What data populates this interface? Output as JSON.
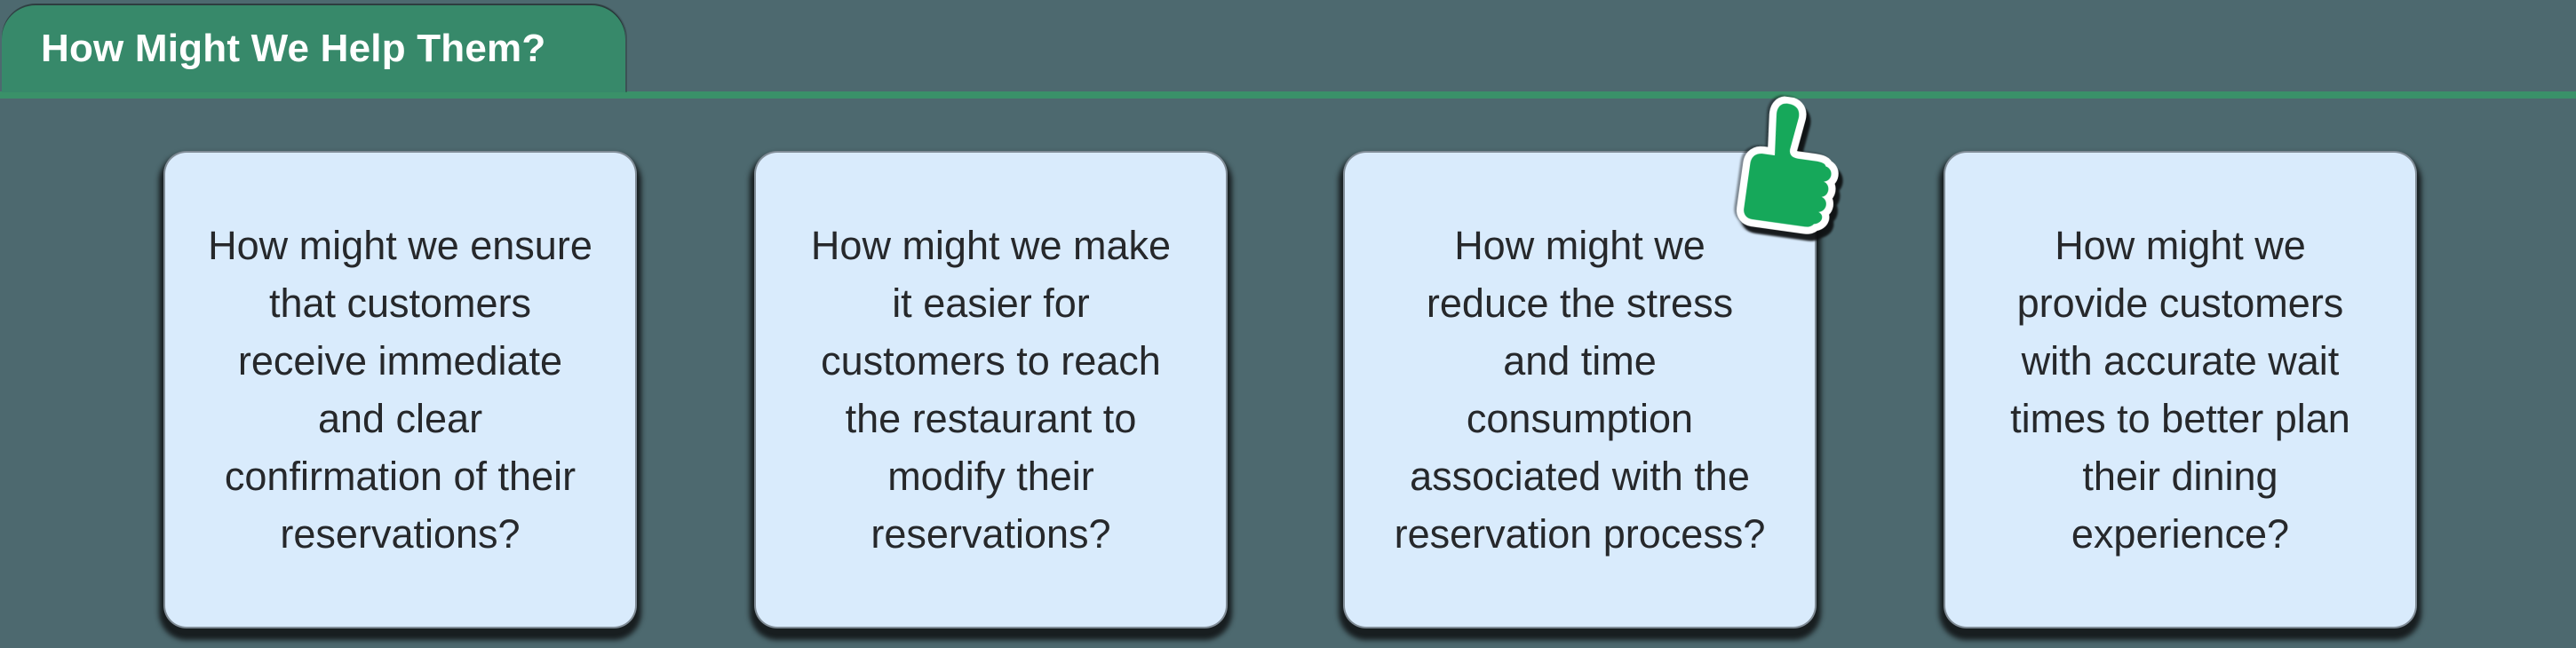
{
  "header": {
    "tab_label": "How Might We Help Them?"
  },
  "cards": [
    {
      "text": "How might we ensure\nthat customers\nreceive immediate\nand clear\nconfirmation of their\nreservations?"
    },
    {
      "text": "How might we make\nit easier for\ncustomers to reach\nthe restaurant to\nmodify their\nreservations?"
    },
    {
      "text": "How might we\nreduce the stress\nand time\nconsumption\nassociated with the\nreservation process?",
      "sticker": "thumbs-up"
    },
    {
      "text": "How might we\nprovide customers\nwith accurate wait\ntimes to better plan\ntheir dining\nexperience?"
    }
  ],
  "colors": {
    "background": "#4D696F",
    "tab_green": "#37896A",
    "divider_green": "#3A9169",
    "tab_text": "#FFFFFF",
    "card_blue": "#D9EBFC",
    "card_text": "#26282B",
    "sticker_green": "#16A85A"
  }
}
